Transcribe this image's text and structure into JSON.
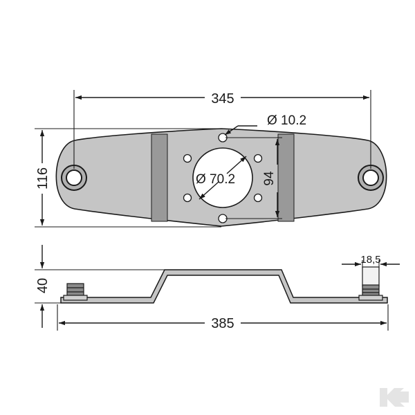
{
  "dimensions": {
    "hole_spacing": "345",
    "small_hole_diameter": "Ø 10.2",
    "bore_diameter": "Ø 70.2",
    "bolt_span": "94",
    "plate_width": "116",
    "height": "40",
    "stud_width": "18,5",
    "overall_length": "385"
  },
  "colors": {
    "plate_fill": "#c5c5c5",
    "rib_fill": "#999999",
    "line": "#1a1a1a",
    "watermark": "#e4e4e4"
  },
  "watermark": {
    "icon": "k-logo-icon"
  }
}
